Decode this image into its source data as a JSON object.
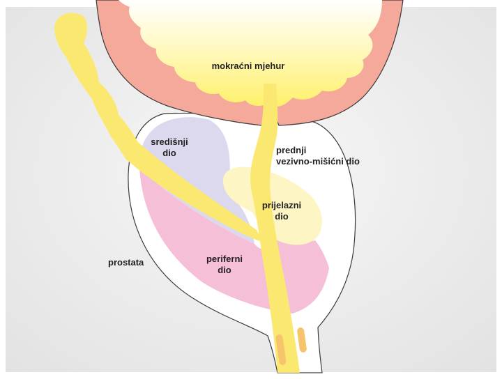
{
  "labels": {
    "bladder": "mokraćni mjehur",
    "central_line1": "središnji",
    "central_line2": "dio",
    "anterior_line1": "prednji",
    "anterior_line2": "vezivno-mišićni dio",
    "transition_line1": "prijelazni",
    "transition_line2": "dio",
    "peripheral_line1": "periferni",
    "peripheral_line2": "dio",
    "prostate": "prostata"
  },
  "colors": {
    "background": "#ececec",
    "bladder_wall": "#f4a99a",
    "urine": "#fff176",
    "urethra": "#fbe870",
    "central_zone": "#dcd9ef",
    "transition_zone": "#fdf6c4",
    "peripheral_zone": "#f5bfd8",
    "outline": "#3a3a3a",
    "glands": "#f6c46a"
  }
}
